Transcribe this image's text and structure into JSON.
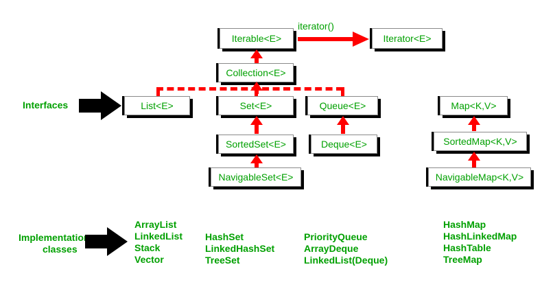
{
  "diagram": {
    "title": "Java Collections Framework hierarchy",
    "colors": {
      "text_green": "#00a000",
      "arrow_red": "#ff0000",
      "box_border": "#000000",
      "background": "#ffffff"
    },
    "row_labels": {
      "interfaces": "Interfaces",
      "implementation_line1": "Implementation",
      "implementation_line2": "classes"
    },
    "edge_labels": {
      "iterator": "iterator()"
    },
    "nodes": {
      "iterable": "Iterable<E>",
      "iterator": "Iterator<E>",
      "collection": "Collection<E>",
      "list": "List<E>",
      "set": "Set<E>",
      "queue": "Queue<E>",
      "sorted_set": "SortedSet<E>",
      "deque": "Deque<E>",
      "navigable_set": "NavigableSet<E>",
      "map": "Map<K,V>",
      "sorted_map": "SortedMap<K,V>",
      "navigable_map": "NavigableMap<K,V>"
    },
    "implementations": {
      "list": [
        "ArrayList",
        "LinkedList",
        "Stack",
        "Vector"
      ],
      "set": [
        "HashSet",
        "LinkedHashSet",
        "TreeSet"
      ],
      "queue": [
        "PriorityQueue",
        "ArrayDeque",
        "LinkedList(Deque)"
      ],
      "map": [
        "HashMap",
        "HashLinkedMap",
        "HashTable",
        "TreeMap"
      ]
    }
  }
}
